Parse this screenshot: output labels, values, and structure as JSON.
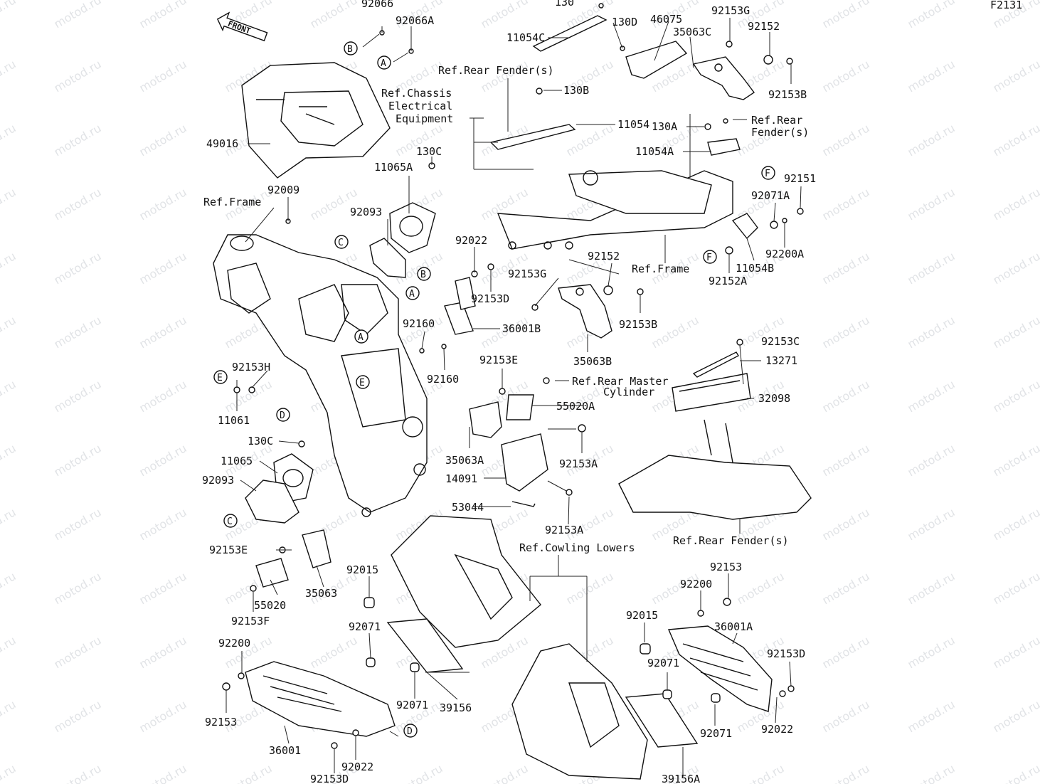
{
  "figure_code": "F2131",
  "watermark": "motod.ru",
  "front_label": "FRONT",
  "part_numbers": [
    "92066",
    "92066A",
    "130",
    "130D",
    "46075",
    "92153G",
    "35063C",
    "92152",
    "11054C",
    "92153B",
    "130B",
    "11054",
    "130A",
    "11054A",
    "49016",
    "130C",
    "11065A",
    "92009",
    "92093",
    "92022",
    "92153D",
    "92152",
    "92153G",
    "92153B",
    "35063B",
    "36001B",
    "92160",
    "92160",
    "92151",
    "92071A",
    "92200A",
    "11054B",
    "92152A",
    "92153E",
    "55020A",
    "35063A",
    "92153A",
    "14091",
    "53044",
    "92153A",
    "92153H",
    "11061",
    "130C",
    "11065",
    "92093",
    "92153E",
    "35063",
    "55020",
    "92153F",
    "92015",
    "92071",
    "92200",
    "92071",
    "92153",
    "39156",
    "36001",
    "92022",
    "92153D",
    "92153C",
    "13271",
    "32098",
    "92153",
    "92200",
    "92015",
    "36001A",
    "92071",
    "92153D",
    "92071",
    "92022",
    "39156A"
  ],
  "references": {
    "rear_fender_top": "Ref.Rear Fender(s)",
    "chassis_line1": "Ref.Chassis",
    "chassis_line2": "Electrical",
    "chassis_line3": "Equipment",
    "frame_left": "Ref.Frame",
    "frame_right": "Ref.Frame",
    "rear_fender_right_line1": "Ref.Rear",
    "rear_fender_right_line2": "Fender(s)",
    "rear_master_line1": "Ref.Rear Master",
    "rear_master_line2": "Cylinder",
    "cowling_lowers": "Ref.Cowling Lowers",
    "rear_fender_bottom": "Ref.Rear Fender(s)"
  },
  "circle_letters": [
    "B",
    "A",
    "C",
    "B",
    "A",
    "A",
    "E",
    "E",
    "D",
    "C",
    "F",
    "F",
    "D"
  ]
}
